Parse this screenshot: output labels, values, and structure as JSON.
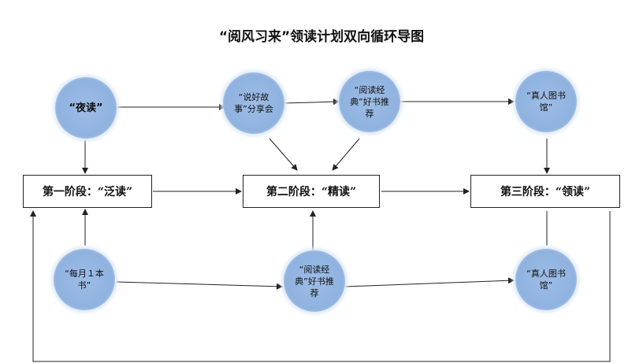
{
  "title": "“阅风习来”领读计划双向循环导图",
  "circles": {
    "yedu": "“夜读”",
    "story": "“说好故事”分享会",
    "classic_top": "“阅读经典”好书推荐",
    "library_top": "“真人图书馆”",
    "monthly": "“每月１本书”",
    "classic_bottom": "“阅读经典”好书推荐",
    "library_bottom": "“真人图书馆”"
  },
  "stages": {
    "stage1": "第一阶段：“泛读”",
    "stage2": "第二阶段：“精读”",
    "stage3": "第三阶段：“领读”"
  },
  "colors": {
    "circle_fill": "#8fb2df",
    "line": "#222222"
  }
}
